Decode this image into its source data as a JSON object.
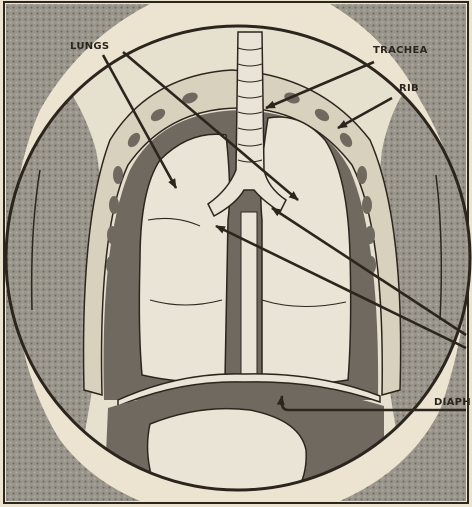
{
  "labels": {
    "lungs": "LUNGS",
    "trachea": "TRACHEA",
    "rib": "RIB",
    "diaphragm": "DIAPH"
  },
  "colors": {
    "paper": "#ece4d0",
    "ink": "#2c251e",
    "dark_tone": "#6f6960",
    "mid_tone": "#8c877e",
    "light_fill": "#e9e4d6"
  }
}
